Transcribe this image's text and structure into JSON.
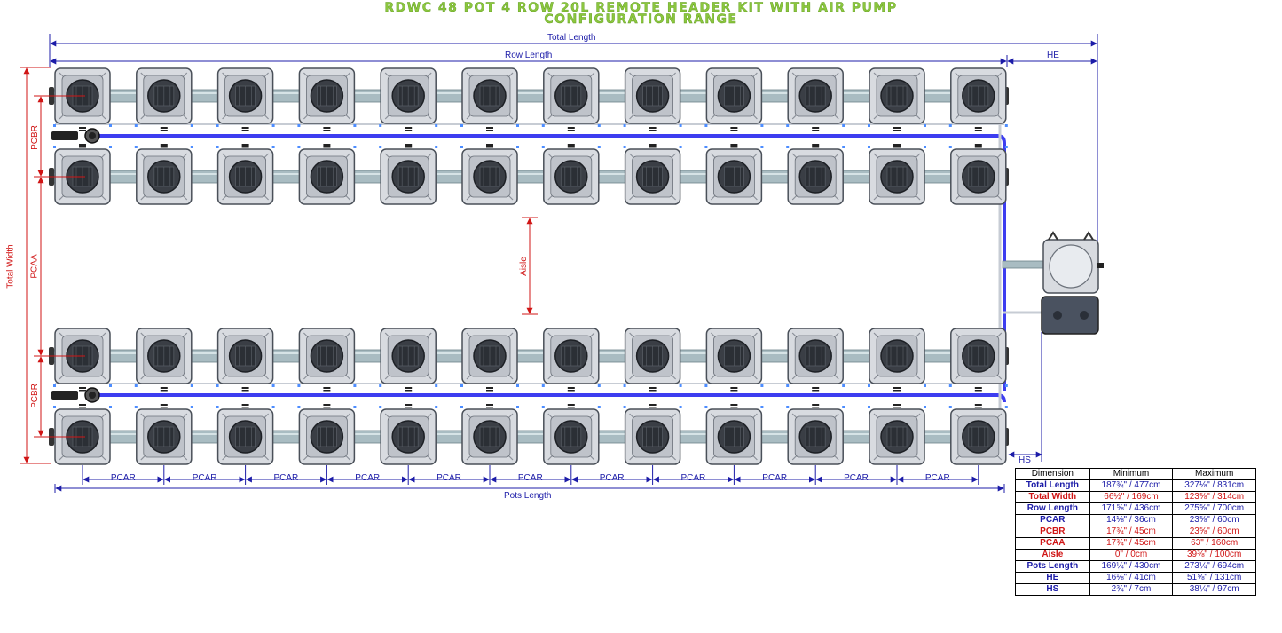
{
  "title": {
    "line1": "RDWC 48 POT 4 ROW 20L REMOTE HEADER KIT WITH AIR PUMP",
    "line2": "CONFIGURATION RANGE"
  },
  "labels": {
    "total_length": "Total Length",
    "row_length": "Row Length",
    "he": "HE",
    "hs": "HS",
    "pots_length": "Pots Length",
    "pcar": "PCAR",
    "pcbr": "PCBR",
    "pcaa": "PCAA",
    "aisle": "Aisle",
    "total_width": "Total Width"
  },
  "layout": {
    "rows": 4,
    "pots_per_row": 12
  },
  "colors": {
    "title": "#8cc63f",
    "blue_dimension": "#1c1ca8",
    "red_dimension": "#d01515",
    "air_line": "#3d3df0",
    "pot_body": "#d8dbe0",
    "pipe": "#a9bcc2"
  },
  "table": {
    "headers": [
      "Dimension",
      "Minimum",
      "Maximum"
    ],
    "rows": [
      {
        "name": "Total Length",
        "min": "187¾\" / 477cm",
        "max": "327⅛\" / 831cm",
        "color": "blue"
      },
      {
        "name": "Total Width",
        "min": "66½\" / 169cm",
        "max": "123⅝\" / 314cm",
        "color": "red"
      },
      {
        "name": "Row Length",
        "min": "171⅝\" / 436cm",
        "max": "275⅝\" / 700cm",
        "color": "blue"
      },
      {
        "name": "PCAR",
        "min": "14⅛\" / 36cm",
        "max": "23⅝\" / 60cm",
        "color": "blue"
      },
      {
        "name": "PCBR",
        "min": "17¾\" / 45cm",
        "max": "23⅝\" / 60cm",
        "color": "red"
      },
      {
        "name": "PCAA",
        "min": "17¾\" / 45cm",
        "max": "63\" / 160cm",
        "color": "red"
      },
      {
        "name": "Aisle",
        "min": "0\" / 0cm",
        "max": "39⅜\" / 100cm",
        "color": "red"
      },
      {
        "name": "Pots Length",
        "min": "169¼\" / 430cm",
        "max": "273¼\" / 694cm",
        "color": "blue"
      },
      {
        "name": "HE",
        "min": "16⅛\" / 41cm",
        "max": "51⅝\" / 131cm",
        "color": "blue"
      },
      {
        "name": "HS",
        "min": "2¾\" / 7cm",
        "max": "38¼\" / 97cm",
        "color": "blue"
      }
    ]
  }
}
